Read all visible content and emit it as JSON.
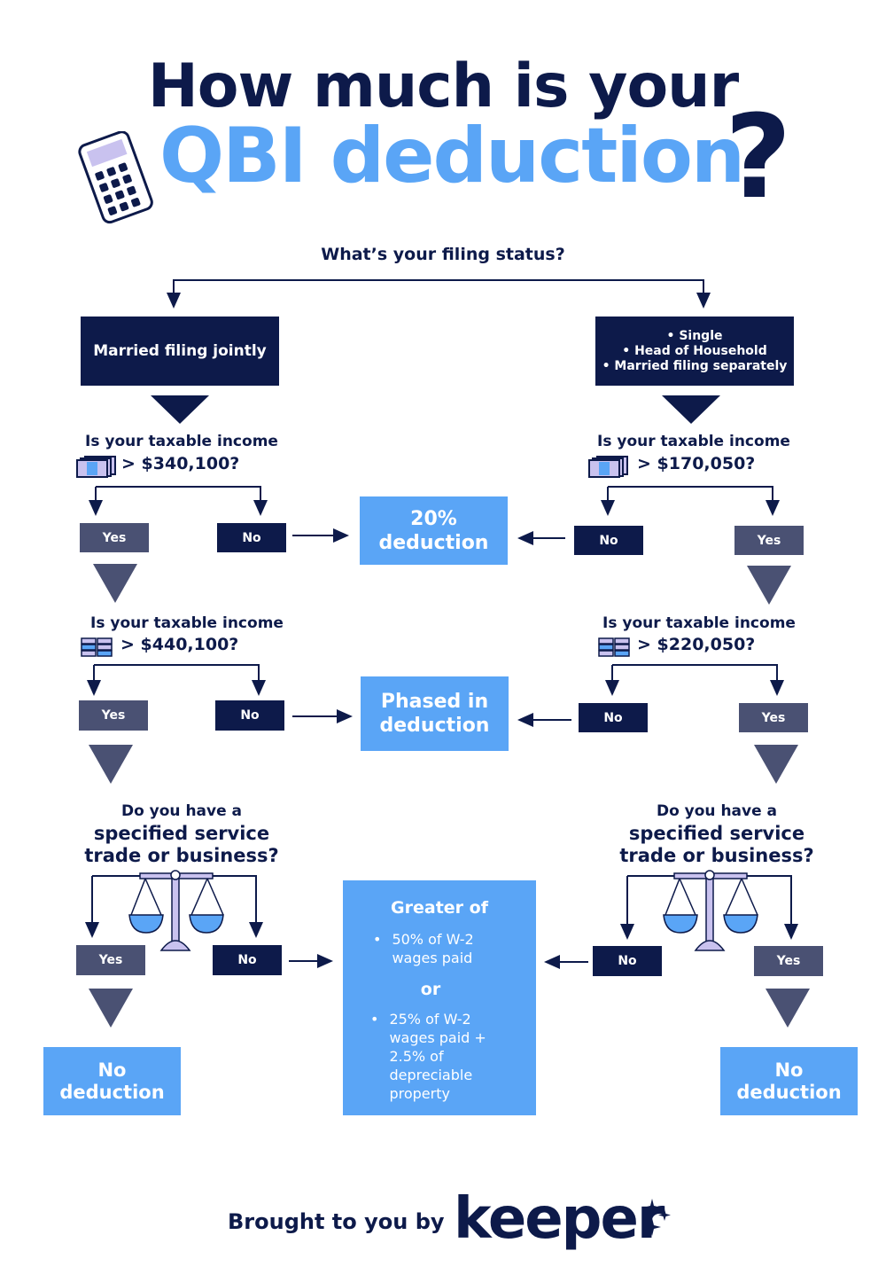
{
  "title": {
    "line1": "How much is your",
    "line2": "QBI deduction",
    "qmark": "?"
  },
  "filing_question": "What’s your filing status?",
  "left_status": "Married filing jointly",
  "right_status": [
    "Single",
    "Head of Household",
    "Married filing separately"
  ],
  "income_prefix": "Is your taxable income",
  "left_income_1": "> $340,100?",
  "right_income_1": "> $170,050?",
  "left_income_2": "> $440,100?",
  "right_income_2": "> $220,050?",
  "yes": "Yes",
  "no": "No",
  "deduction_20": {
    "line1": "20%",
    "line2": "deduction"
  },
  "phased_in": {
    "line1": "Phased in",
    "line2": "deduction"
  },
  "sstb": {
    "line1": "Do you have a",
    "line2": "specified service",
    "line3": "trade or business?"
  },
  "greater_of": {
    "heading": "Greater of",
    "option1": "50% of W-2 wages paid",
    "or": "or",
    "option2": "25% of W-2 wages paid + 2.5% of depreciable property"
  },
  "no_deduction": {
    "line1": "No",
    "line2": "deduction"
  },
  "footer": {
    "brought_by": "Brought to you by",
    "brand": "keeper"
  },
  "colors": {
    "navy": "#0d1a4a",
    "blue": "#5aa5f6",
    "gray": "#4a5173",
    "lavender": "#c9c2ef"
  }
}
